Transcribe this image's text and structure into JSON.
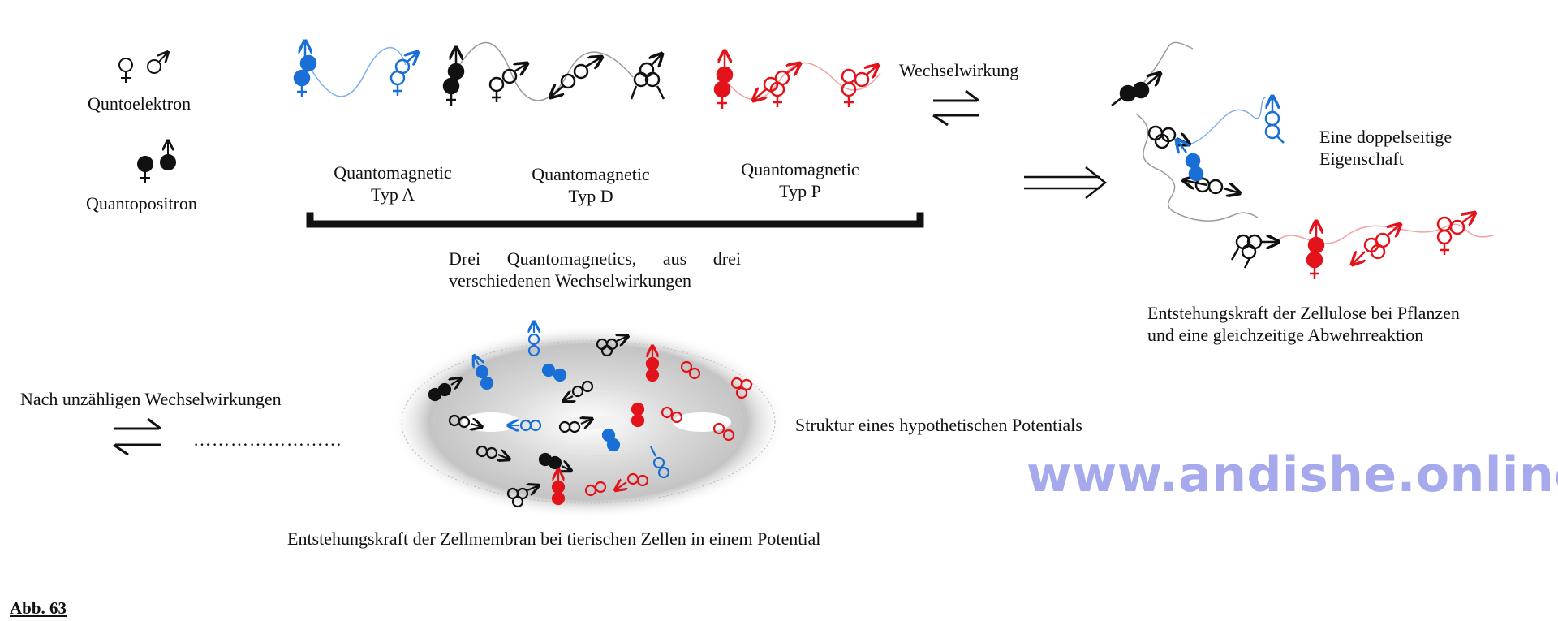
{
  "legend": {
    "electron_label": "Quntoelektron",
    "positron_label": "Quantopositron"
  },
  "types": [
    {
      "label": "Quantomagnetic\nTyp A",
      "color": "#1a6fd6"
    },
    {
      "label": "Quantomagnetic\nTyp D",
      "color": "#111111"
    },
    {
      "label": "Quantomagnetic\nTyp P",
      "color": "#e3131b"
    }
  ],
  "bracket_caption": [
    "Drei  Quantomagnetics,  aus  drei",
    "verschiedenen Wechselwirkungen"
  ],
  "interaction_label": "Wechselwirkung",
  "double_property": [
    "Eine doppelseitige",
    "Eigenschaft"
  ],
  "cellulose_caption": [
    "Entstehungskraft der Zellulose bei Pflanzen",
    "und eine gleichzeitige  Abwehrreaktion"
  ],
  "countless_label": "Nach unzähligen Wechselwirkungen",
  "dots": "……………………",
  "potential_label": "Struktur eines hypothetischen Potentials",
  "membrane_caption": "Entstehungskraft der Zellmembran bei tierischen Zellen in einem Potential",
  "figure_label": "Abb. 63",
  "watermark": "www.andishe.online",
  "colors": {
    "blue": "#1a6fd6",
    "black": "#111111",
    "red": "#e3131b",
    "watermark": "#a6a9ec"
  }
}
